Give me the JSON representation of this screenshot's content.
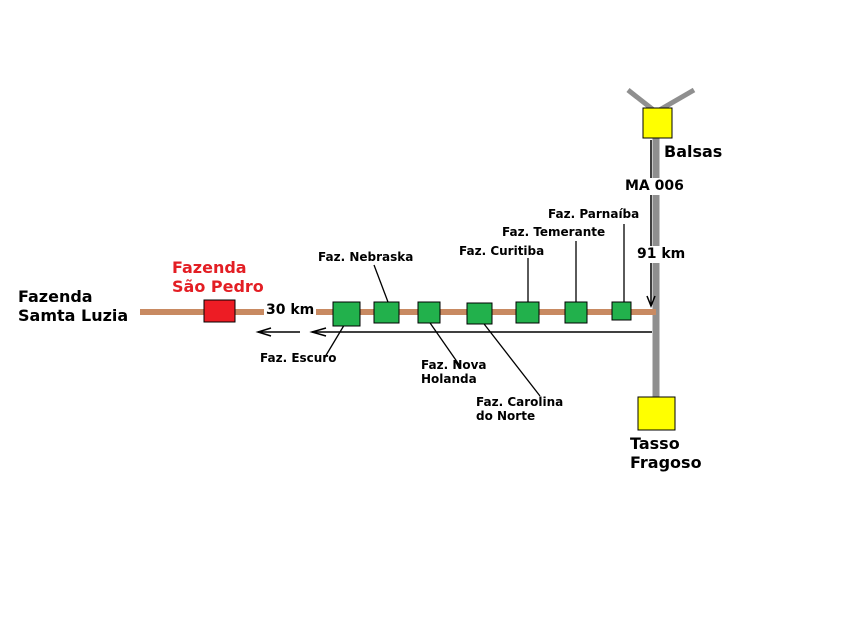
{
  "colors": {
    "road_main": "#c88a62",
    "road_highway": "#8f8f8f",
    "farm_box": "#22b14c",
    "highlight_farm": "#ed1c24",
    "city_box": "#ffff00",
    "highlight_text": "#e31e24"
  },
  "places": {
    "fazenda_santa_luzia": [
      "Fazenda",
      "Samta Luzia"
    ],
    "fazenda_sao_pedro": [
      "Fazenda",
      "São Pedro"
    ],
    "balsas": "Balsas",
    "tasso_fragoso": [
      "Tasso",
      "Fragoso"
    ]
  },
  "roads": {
    "highway": "MA 006",
    "distance_highway": "91 km",
    "distance_branch": "30 km"
  },
  "farms": {
    "nebraska": "Faz. Nebraska",
    "curitiba": "Faz. Curitiba",
    "temerante": "Faz. Temerante",
    "parnaiba": "Faz. Parnaíba",
    "escuro": "Faz. Escuro",
    "nova_holanda": [
      "Faz. Nova",
      "Holanda"
    ],
    "carolina_do_norte": [
      "Faz. Carolina",
      "do Norte"
    ]
  }
}
